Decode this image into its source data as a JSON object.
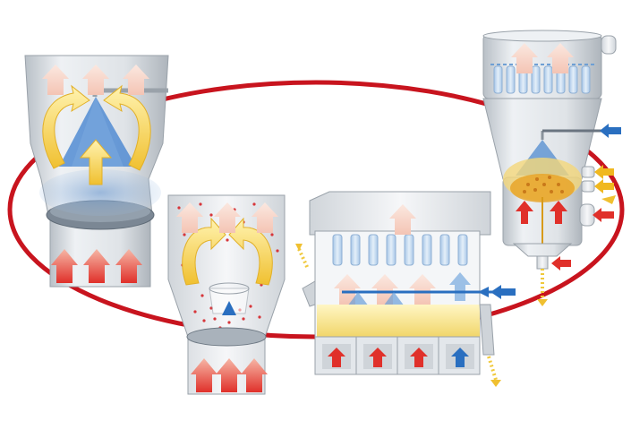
{
  "image": {
    "title": "",
    "description_text": ""
  },
  "colors": {
    "loop": "#c8141e",
    "hot_air": "#e0302a",
    "hot_air_light": "#f2b59e",
    "cool_air": "#2a6fc0",
    "product": "#f0c93c",
    "product_dark": "#d89a1a",
    "spray": "#3d7fcf",
    "steel": "#d8dde2",
    "steel_dark": "#a9b0b8",
    "filter": "#bcd6ef"
  },
  "units": [
    {
      "name": "spray-dryer-unit",
      "label": ""
    },
    {
      "name": "wurster-coater-unit",
      "label": ""
    },
    {
      "name": "fluid-bed-dryer-unit",
      "label": ""
    },
    {
      "name": "granulator-unit",
      "label": ""
    }
  ]
}
